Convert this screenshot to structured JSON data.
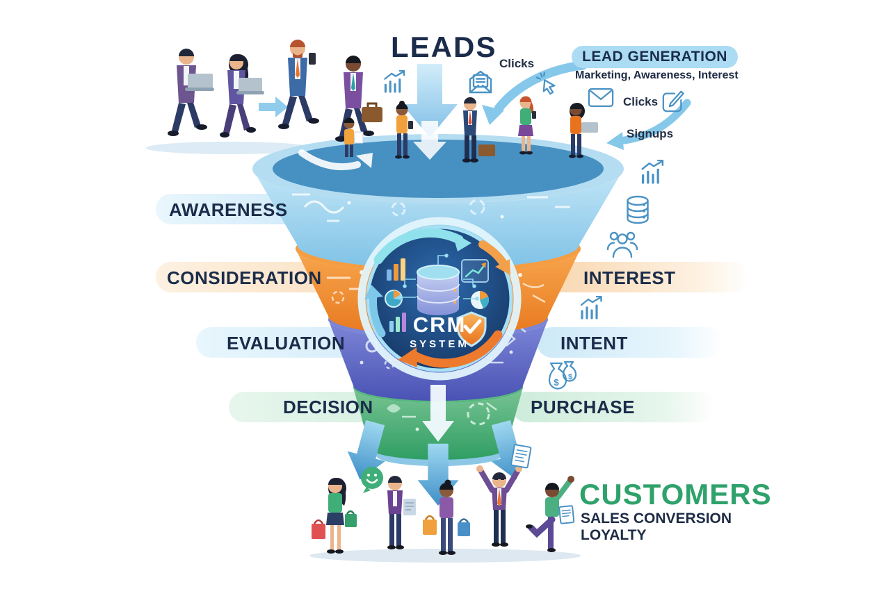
{
  "header": {
    "title": "LEADS",
    "clicks_label": "Clicks"
  },
  "lead_generation": {
    "title": "LEAD GENERATION",
    "subtitle": "Marketing, Awareness, Interest",
    "clicks_label": "Clicks",
    "signups_label": "Signups"
  },
  "funnel": {
    "stages": [
      {
        "name": "Awareness",
        "left_label": "AWARENESS",
        "right_label": "",
        "tier_color": "#7fc2e6",
        "band_color": "#c6e7f8"
      },
      {
        "name": "Consideration",
        "left_label": "CONSIDERATION",
        "right_label": "INTEREST",
        "tier_color": "#ee8a2f",
        "band_color": "#f9dcba"
      },
      {
        "name": "Evaluation",
        "left_label": "EVALUATION",
        "right_label": "INTENT",
        "tier_color": "#5c66c4",
        "band_color": "#cde9f8"
      },
      {
        "name": "Decision",
        "left_label": "DECISION",
        "right_label": "PURCHASE",
        "tier_color": "#3fa570",
        "band_color": "#cdecda"
      }
    ]
  },
  "crm": {
    "line1": "CRM",
    "line2": "SYSTEM"
  },
  "customers": {
    "title": "CUSTOMERS",
    "subtitle_line1": "SALES CONVERSION",
    "subtitle_line2": "LOYALTY",
    "title_color": "#2fa26b"
  },
  "icons": {
    "dollar": "$"
  },
  "colors": {
    "text_navy": "#1b2c4a",
    "icon_outline": "#4a92c4",
    "arrow_blue": "#86c8ea",
    "pill_bg": "#abdcf4",
    "crm_navy": "#122c54"
  }
}
